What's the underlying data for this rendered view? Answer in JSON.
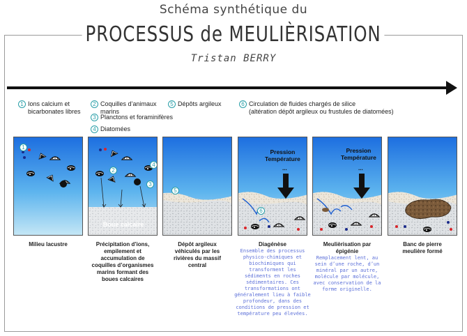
{
  "header": {
    "line1": "Schéma synthétique du",
    "main": "PROCESSUS de MEULIÈRISATION",
    "author": "Tristan BERRY"
  },
  "legend": [
    {
      "num": "1",
      "text": "Ions calcium et\nbicarbonates libres"
    },
    {
      "num": "2",
      "text": "Coquilles d’animaux\n                marins"
    },
    {
      "num": "3",
      "text": "Planctons et foraminifères"
    },
    {
      "num": "4",
      "text": "Diatomées"
    },
    {
      "num": "5",
      "text": "Dépôts argileux"
    },
    {
      "num": "6",
      "text": "Circulation de fluides chargés de silice\n(altération dépôt argileux ou frustules de diatomées)"
    }
  ],
  "panels": [
    {
      "id": "p1",
      "markers": [
        "1"
      ]
    },
    {
      "id": "p2",
      "markers": [
        "2",
        "3",
        "4"
      ],
      "label": "Boue calcaire"
    },
    {
      "id": "p3",
      "markers": [
        "5"
      ]
    },
    {
      "id": "p4",
      "markers": [
        "6"
      ],
      "label": "Pression\nTempérature",
      "dots": "..."
    },
    {
      "id": "p5",
      "markers": [],
      "label": "Pression\nTempérature",
      "dots": "..."
    },
    {
      "id": "p6",
      "markers": []
    }
  ],
  "captions": [
    "Milieu lacustre",
    "Précipitation d’ions,\nempilement et\naccumulation de\ncoquilles d’organismes\nmarins formant des\nboues calcaires",
    "Dépôt argileux\nvéhiculés par les\nrivières du massif\ncentral",
    "Diagénèse",
    "Meulièrisation par\népigénie",
    "Banc de pierre\nmeulière formé"
  ],
  "descriptions": {
    "diagenese": "Ensemble des processus\nphysico-chimiques et\nbiochimiques qui\ntransforment les\nsédiments en roches\nsédimentaires. Ces\ntransformations ont\ngénéralement lieu à faible\nprofondeur, dans des\nconditions de pression et\ntempérature peu élevées.",
    "epigenie": "Remplacement lent, au\nsein d’une roche, d’un\nminéral par un autre,\nmolécule par molécule,\navec conservation de la\nforme originelle."
  },
  "colors": {
    "water_top": "#1d6fe0",
    "water_bottom": "#bfe4f4",
    "sediment": "#d9dde0",
    "clay": "#e8e0d2",
    "meuliere": "#7a5a3a",
    "accent": "#2a9fa8",
    "desc_text": "#5b6fd8"
  }
}
